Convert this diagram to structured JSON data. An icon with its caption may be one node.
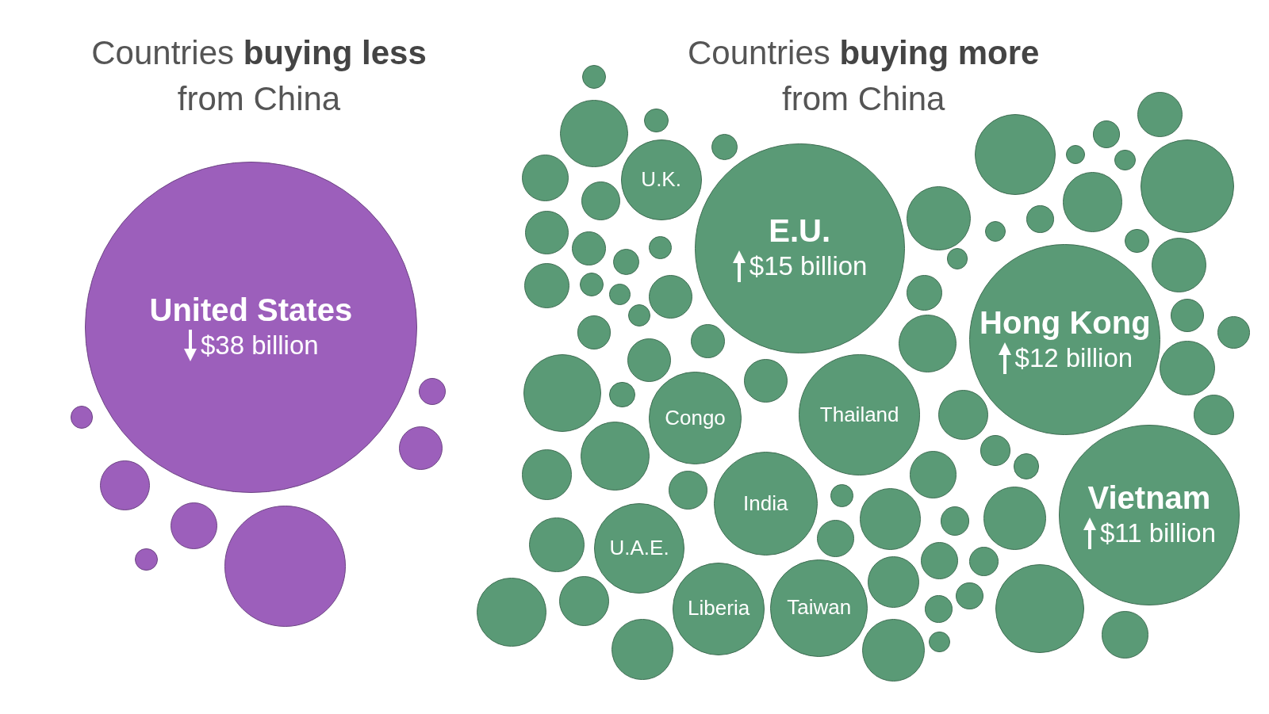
{
  "diagram": {
    "nodes": [
      {
        "text": [
          "United States",
          "$38 billion"
        ]
      },
      {
        "text": [],
        "shape": "circle"
      },
      {
        "text": [],
        "shape": "circle"
      },
      {
        "text": [],
        "shape": "circle"
      },
      {
        "text": [],
        "shape": "circle"
      },
      {
        "text": [],
        "shape": "circle"
      },
      {
        "text": [],
        "shape": "circle"
      },
      {
        "text": [],
        "shape": "circle"
      },
      {
        "text": [
          "E.U.",
          "$15 billion"
        ]
      },
      {
        "text": [
          "Hong Kong",
          "$12 billion"
        ]
      },
      {
        "text": [
          "Vietnam",
          "$11 billion"
        ]
      },
      {
        "text": [
          "Thailand"
        ]
      },
      {
        "text": [
          "India"
        ]
      },
      {
        "text": [
          "Congo"
        ]
      },
      {
        "text": [
          "U.K."
        ]
      },
      {
        "text": [
          "U.A.E."
        ]
      },
      {
        "text": [
          "Liberia"
        ]
      },
      {
        "text": [
          "Taiwan"
        ]
      },
      {
        "text": [],
        "shape": "circle"
      },
      {
        "text": [],
        "shape": "circle"
      },
      {
        "text": [],
        "shape": "circle"
      },
      {
        "text": [],
        "shape": "circle"
      },
      {
        "text": [],
        "shape": "circle"
      },
      {
        "text": [],
        "shape": "circle"
      },
      {
        "text": [],
        "shape": "circle"
      },
      {
        "text": [],
        "shape": "circle"
      },
      {
        "text": [],
        "shape": "circle"
      },
      {
        "text": [],
        "shape": "circle"
      },
      {
        "text": [],
        "shape": "circle"
      },
      {
        "text": [],
        "shape": "circle"
      },
      {
        "text": [],
        "shape": "circle"
      },
      {
        "text": [],
        "shape": "circle"
      },
      {
        "text": [],
        "shape": "circle"
      },
      {
        "text": [],
        "shape": "circle"
      },
      {
        "text": [],
        "shape": "circle"
      },
      {
        "text": [],
        "shape": "circle"
      },
      {
        "text": [],
        "shape": "circle"
      },
      {
        "text": [],
        "shape": "circle"
      },
      {
        "text": [],
        "shape": "circle"
      },
      {
        "text": [],
        "shape": "circle"
      },
      {
        "text": [],
        "shape": "circle"
      },
      {
        "text": [],
        "shape": "circle"
      },
      {
        "text": [],
        "shape": "circle"
      },
      {
        "text": [],
        "shape": "circle"
      },
      {
        "text": [],
        "shape": "circle"
      },
      {
        "text": [],
        "shape": "circle"
      },
      {
        "text": [],
        "shape": "circle"
      },
      {
        "text": [],
        "shape": "circle"
      },
      {
        "text": [],
        "shape": "circle"
      },
      {
        "text": [],
        "shape": "circle"
      },
      {
        "text": [],
        "shape": "circle"
      },
      {
        "text": [],
        "shape": "circle"
      },
      {
        "text": [],
        "shape": "circle"
      },
      {
        "text": [],
        "shape": "circle"
      },
      {
        "text": [],
        "shape": "circle"
      },
      {
        "text": [],
        "shape": "circle"
      },
      {
        "text": [],
        "shape": "circle"
      },
      {
        "text": [],
        "shape": "circle"
      },
      {
        "text": [],
        "shape": "circle"
      },
      {
        "text": [],
        "shape": "circle"
      },
      {
        "text": [],
        "shape": "circle"
      },
      {
        "text": [],
        "shape": "circle"
      },
      {
        "text": [],
        "shape": "circle"
      },
      {
        "text": [],
        "shape": "circle"
      },
      {
        "text": [],
        "shape": "circle"
      },
      {
        "text": [],
        "shape": "circle"
      },
      {
        "text": [],
        "shape": "circle"
      },
      {
        "text": [],
        "shape": "circle"
      },
      {
        "text": [],
        "shape": "circle"
      },
      {
        "text": [],
        "shape": "circle"
      },
      {
        "text": [],
        "shape": "circle"
      },
      {
        "text": [],
        "shape": "circle"
      },
      {
        "text": [],
        "shape": "circle"
      },
      {
        "text": [],
        "shape": "circle"
      },
      {
        "text": [],
        "shape": "circle"
      },
      {
        "text": [],
        "shape": "circle"
      },
      {
        "text": [],
        "shape": "circle"
      },
      {
        "text": [],
        "shape": "circle"
      },
      {
        "text": [],
        "shape": "circle"
      },
      {
        "text": [],
        "shape": "circle"
      },
      {
        "text": [],
        "shape": "circle"
      },
      {
        "text": [],
        "shape": "circle"
      },
      {
        "text": [],
        "shape": "circle"
      }
    ],
    "labels": [
      "Countries **buying less** from China",
      "Countries **buying more** from China"
    ]
  }
}
